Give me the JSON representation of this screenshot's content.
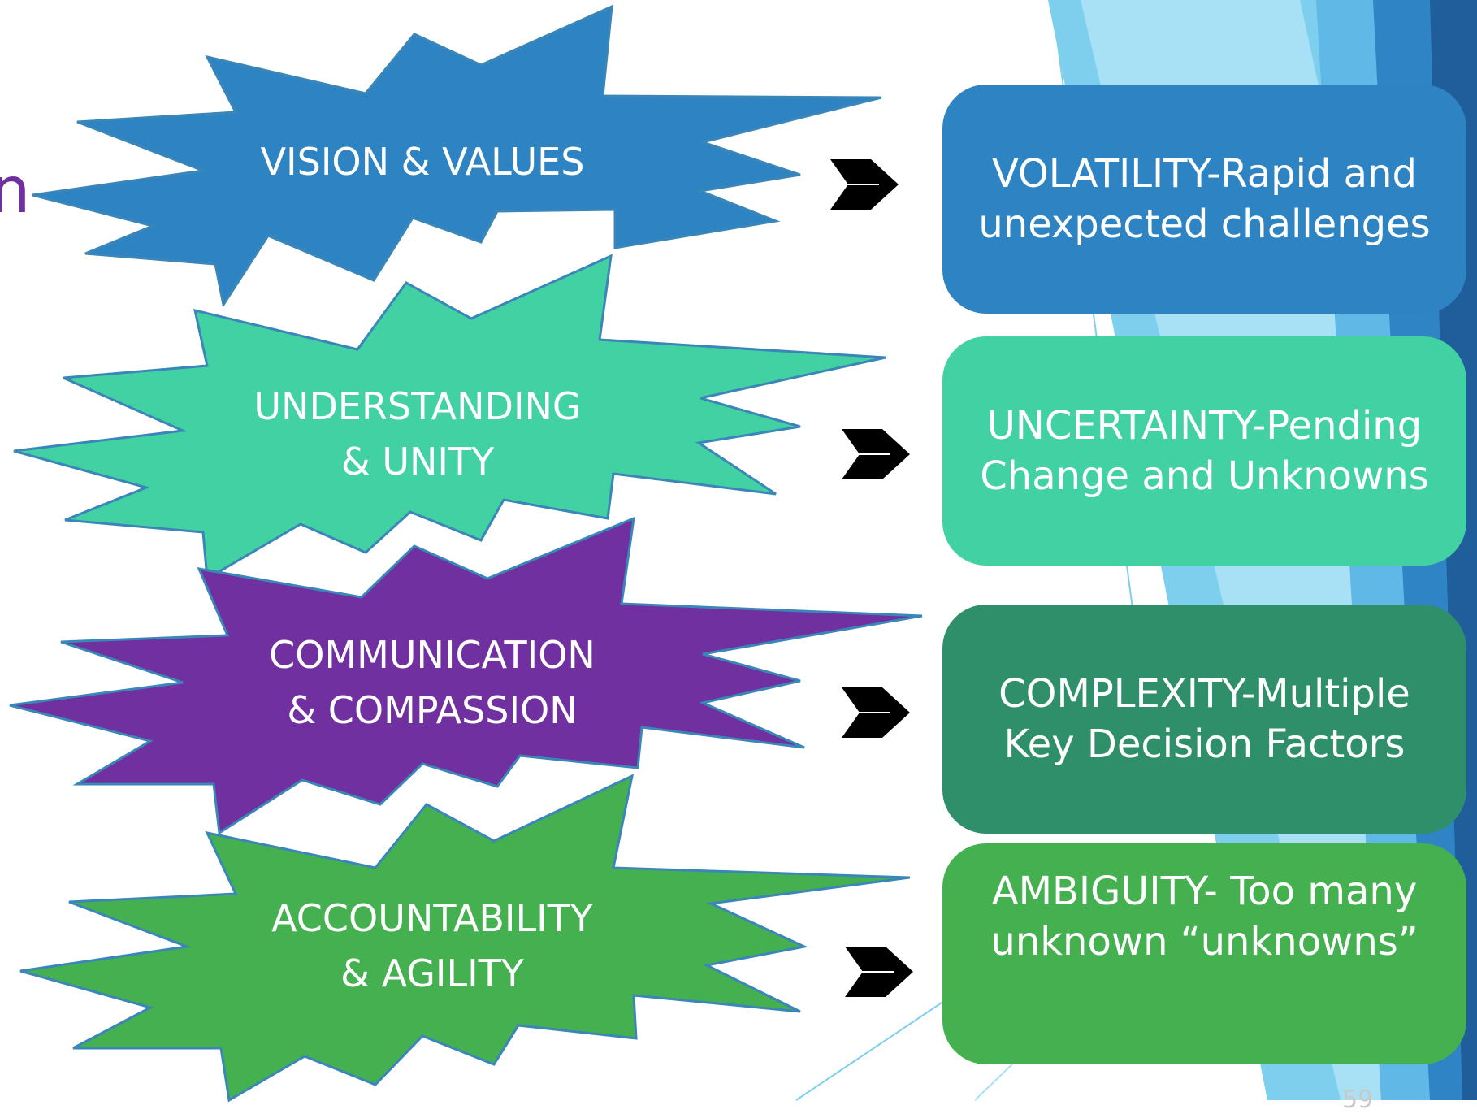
{
  "slide": {
    "title_fragment": "n",
    "page_number": "59"
  },
  "bursts": [
    {
      "id": "vision",
      "lines": [
        "VISION & VALUES"
      ],
      "color": "#2e83c3"
    },
    {
      "id": "understanding",
      "lines": [
        "UNDERSTANDING",
        "& UNITY"
      ],
      "color": "#42d1a2"
    },
    {
      "id": "communication",
      "lines": [
        "COMMUNICATION",
        "& COMPASSION"
      ],
      "color": "#7030a0"
    },
    {
      "id": "accountability",
      "lines": [
        "ACCOUNTABILITY",
        "&  AGILITY"
      ],
      "color": "#44b050"
    }
  ],
  "boxes": [
    {
      "id": "volatility",
      "lines": [
        "VOLATILITY-Rapid and",
        "unexpected challenges"
      ],
      "color": "#2e83c3"
    },
    {
      "id": "uncertainty",
      "lines": [
        "UNCERTAINTY-Pending",
        "Change and Unknowns"
      ],
      "color": "#42d1a2"
    },
    {
      "id": "complexity",
      "lines": [
        "COMPLEXITY-Multiple",
        "Key Decision Factors"
      ],
      "color": "#2e8f6a"
    },
    {
      "id": "ambiguity",
      "lines": [
        "AMBIGUITY- Too many",
        "unknown “unknowns”"
      ],
      "color": "#44b050"
    }
  ],
  "arrow_icon": "right-arrow-icon"
}
